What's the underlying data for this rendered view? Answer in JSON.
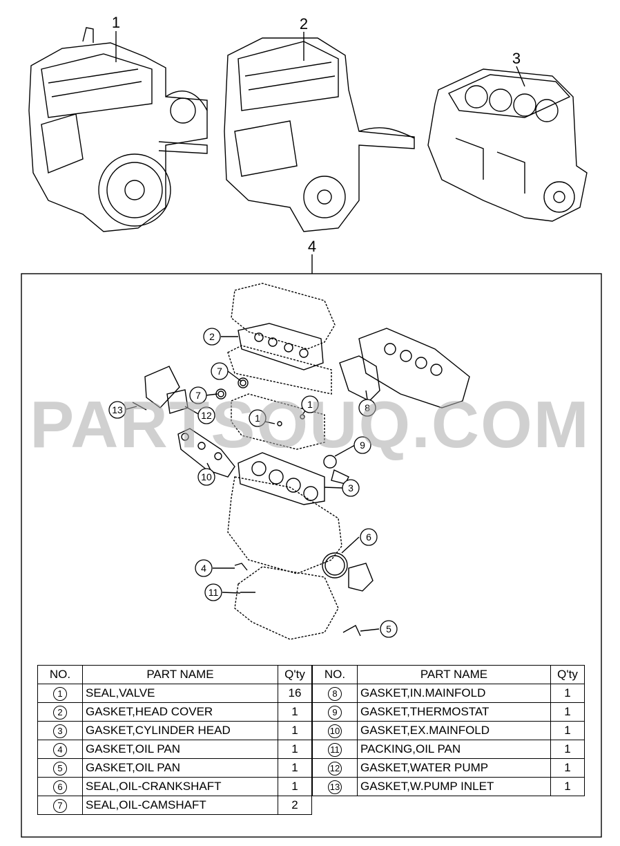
{
  "colors": {
    "line": "#000000",
    "watermark": "#aaaaaa"
  },
  "assembly_labels": [
    "1",
    "2",
    "3",
    "4"
  ],
  "watermark": "PARTSOUQ.COM",
  "callouts": [
    "2",
    "7",
    "7",
    "13",
    "12",
    "1",
    "1",
    "8",
    "9",
    "10",
    "3",
    "6",
    "4",
    "11",
    "5"
  ],
  "table": {
    "headers": {
      "no": "NO.",
      "name": "PART NAME",
      "qty": "Q'ty"
    },
    "left": [
      {
        "no": "1",
        "name": "SEAL,VALVE",
        "qty": "16"
      },
      {
        "no": "2",
        "name": "GASKET,HEAD COVER",
        "qty": "1"
      },
      {
        "no": "3",
        "name": "GASKET,CYLINDER HEAD",
        "qty": "1"
      },
      {
        "no": "4",
        "name": "GASKET,OIL PAN",
        "qty": "1"
      },
      {
        "no": "5",
        "name": "GASKET,OIL PAN",
        "qty": "1"
      },
      {
        "no": "6",
        "name": "SEAL,OIL-CRANKSHAFT",
        "qty": "1"
      },
      {
        "no": "7",
        "name": "SEAL,OIL-CAMSHAFT",
        "qty": "2"
      }
    ],
    "right": [
      {
        "no": "8",
        "name": "GASKET,IN.MAINFOLD",
        "qty": "1"
      },
      {
        "no": "9",
        "name": "GASKET,THERMOSTAT",
        "qty": "1"
      },
      {
        "no": "10",
        "name": "GASKET,EX.MAINFOLD",
        "qty": "1"
      },
      {
        "no": "11",
        "name": "PACKING,OIL PAN",
        "qty": "1"
      },
      {
        "no": "12",
        "name": "GASKET,WATER PUMP",
        "qty": "1"
      },
      {
        "no": "13",
        "name": "GASKET,W.PUMP INLET",
        "qty": "1"
      }
    ]
  }
}
